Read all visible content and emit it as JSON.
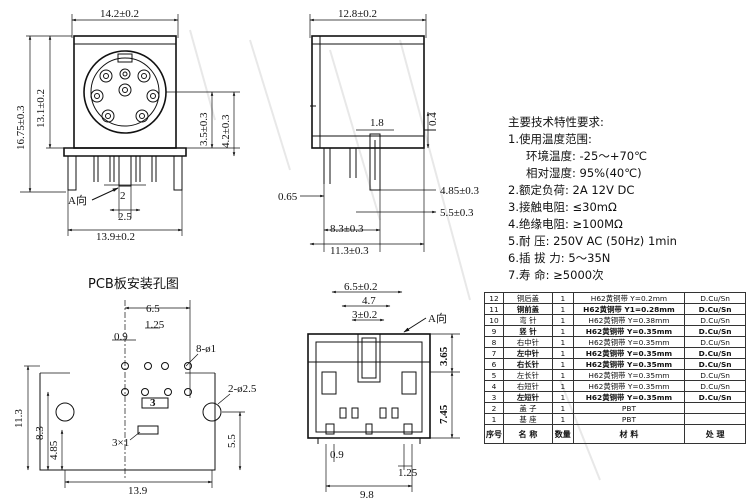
{
  "watermark": "",
  "front_view": {
    "top_width": "14.2±0.2",
    "height_total": "16.75±0.3",
    "height_body": "13.1±0.2",
    "center_a": "3.5±0.3",
    "center_b": "4.2±0.3",
    "pin_pitch_2": "2",
    "pin_pitch_25": "2.5",
    "bottom_width": "13.9±0.2",
    "a_direction": "A向"
  },
  "side_view": {
    "top_width": "12.8±0.2",
    "dim_18": "1.8",
    "dim_04": "0.4",
    "dim_065": "0.65",
    "dim_485": "4.85±0.3",
    "dim_55": "5.5±0.3",
    "dim_83": "8.3±0.3",
    "dim_113": "11.3±0.3"
  },
  "specs": {
    "title": "主要技术特性要求:",
    "lines": [
      {
        "label": "1.使用温度范围:",
        "value": ""
      },
      {
        "label": "环境温度:",
        "value": "-25～+70℃",
        "indent": true
      },
      {
        "label": "相对湿度:",
        "value": "95%(40℃)",
        "indent": true
      },
      {
        "label": "2.额定负荷:",
        "value": "2A 12V DC"
      },
      {
        "label": "3.接触电阻:",
        "value": "≤30mΩ"
      },
      {
        "label": "4.绝缘电阻:",
        "value": "≥100MΩ"
      },
      {
        "label": "5.耐    压:",
        "value": "250V AC (50Hz) 1min"
      },
      {
        "label": "6.插 拔 力:",
        "value": "5～35N"
      },
      {
        "label": "7.寿    命:",
        "value": "≥5000次"
      }
    ]
  },
  "pcb": {
    "title": "PCB板安装孔图",
    "dim_65": "6.5",
    "dim_125": "1.25",
    "dim_09": "0.9",
    "hole_small": "8-ø1",
    "hole_big": "2-ø2.5",
    "dim_3": "3",
    "slot": "3×1",
    "dim_113": "11.3",
    "dim_83": "8.3",
    "dim_485": "4.85",
    "dim_55": "5.5",
    "dim_139": "13.9"
  },
  "a_view": {
    "dim_65": "6.5±0.2",
    "dim_47": "4.7",
    "dim_3": "3±0.2",
    "a_direction": "A向",
    "dim_365": "3.65",
    "dim_745": "7.45",
    "dim_09": "0.9",
    "dim_125": "1.25",
    "dim_98": "9.8"
  },
  "bom": {
    "header": [
      "序号",
      "名 称",
      "数量",
      "材 料",
      "处 理"
    ],
    "rows": [
      {
        "no": "12",
        "name": "铜后盖",
        "qty": "1",
        "material": "H62黄铜带 Y=0.2mm",
        "finish": "D.Cu/Sn",
        "bold": false
      },
      {
        "no": "11",
        "name": "铜前盖",
        "qty": "1",
        "material": "H62黄铜带 Y1=0.28mm",
        "finish": "D.Cu/Sn",
        "bold": true
      },
      {
        "no": "10",
        "name": "弯 针",
        "qty": "1",
        "material": "H62黄铜带 Y=0.38mm",
        "finish": "D.Cu/Sn",
        "bold": false
      },
      {
        "no": "9",
        "name": "竖 针",
        "qty": "1",
        "material": "H62黄铜带 Y=0.35mm",
        "finish": "D.Cu/Sn",
        "bold": true
      },
      {
        "no": "8",
        "name": "右中针",
        "qty": "1",
        "material": "H62黄铜带 Y=0.35mm",
        "finish": "D.Cu/Sn",
        "bold": false
      },
      {
        "no": "7",
        "name": "左中针",
        "qty": "1",
        "material": "H62黄铜带 Y=0.35mm",
        "finish": "D.Cu/Sn",
        "bold": true
      },
      {
        "no": "6",
        "name": "右长针",
        "qty": "1",
        "material": "H62黄铜带 Y=0.35mm",
        "finish": "D.Cu/Sn",
        "bold": true
      },
      {
        "no": "5",
        "name": "左长针",
        "qty": "1",
        "material": "H62黄铜带 Y=0.35mm",
        "finish": "D.Cu/Sn",
        "bold": false
      },
      {
        "no": "4",
        "name": "右短针",
        "qty": "1",
        "material": "H62黄铜带 Y=0.35mm",
        "finish": "D.Cu/Sn",
        "bold": false
      },
      {
        "no": "3",
        "name": "左短针",
        "qty": "1",
        "material": "H62黄铜带 Y=0.35mm",
        "finish": "D.Cu/Sn",
        "bold": true
      },
      {
        "no": "2",
        "name": "盖 子",
        "qty": "1",
        "material": "PBT",
        "finish": "",
        "bold": false
      },
      {
        "no": "1",
        "name": "基 座",
        "qty": "1",
        "material": "PBT",
        "finish": "",
        "bold": false
      }
    ]
  }
}
